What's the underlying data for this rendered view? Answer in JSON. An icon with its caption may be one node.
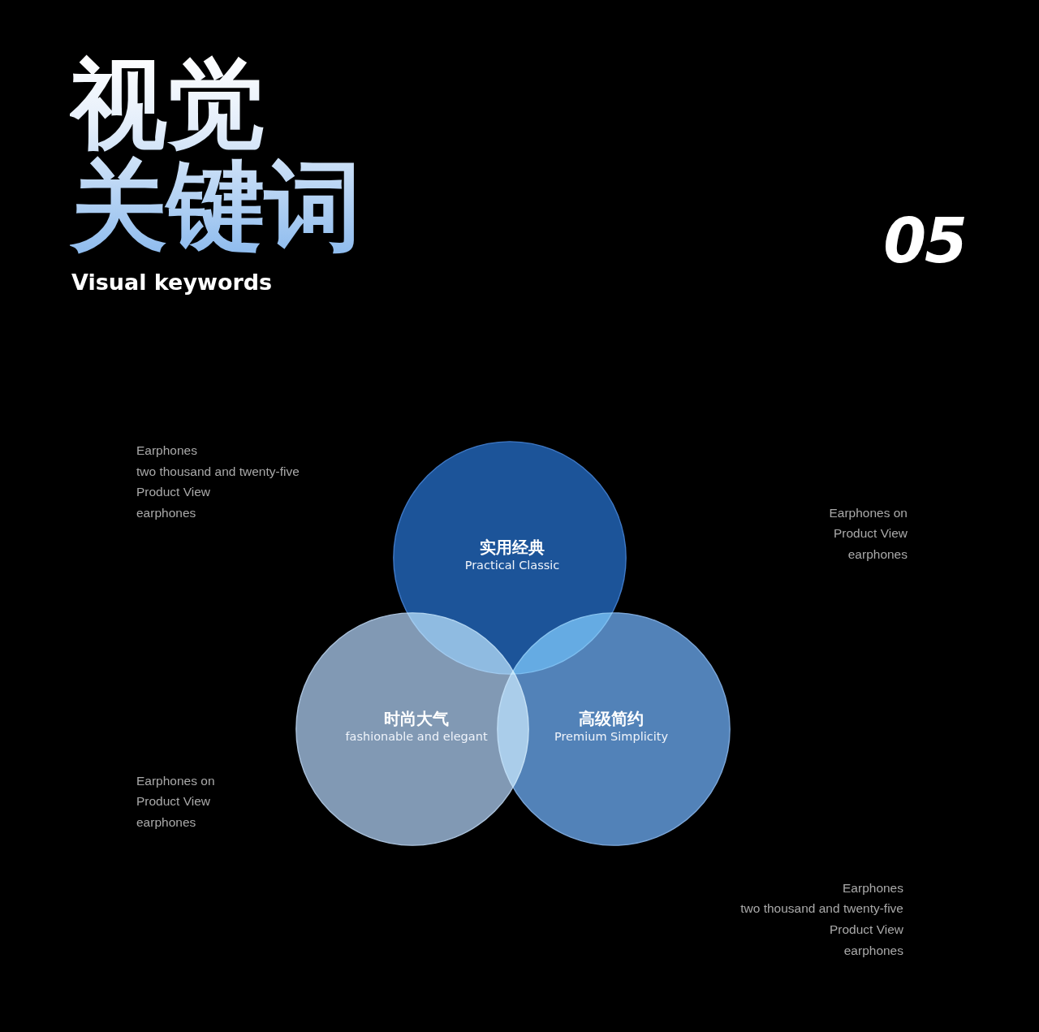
{
  "diagram": {
    "title": "视觉关键词",
    "nodes": [
      {
        "text": [
          "实用经典",
          "Practical Classic"
        ]
      },
      {
        "text": [
          "时尚大气",
          "fashionable and elegant"
        ]
      },
      {
        "text": [
          "高级简约",
          "Premium Simplicity"
        ]
      }
    ],
    "labels": [
      "Visual keywords",
      "05",
      "Earphones",
      "two thousand and twenty-five",
      "Product View",
      "earphones",
      "Earphones on",
      "Product View",
      "earphones",
      "Earphones on",
      "Product View",
      "earphones",
      "Earphones",
      "two thousand and twenty-five",
      "Product View",
      "earphones"
    ]
  }
}
